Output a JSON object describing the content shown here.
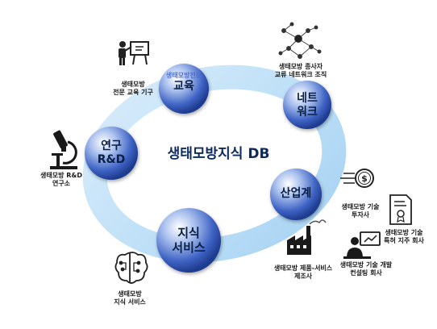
{
  "center": {
    "title": "생태모방지식 DB"
  },
  "nodes": {
    "education": {
      "small": "생태모방전문",
      "big": "교육",
      "color": "#4f6fcf"
    },
    "network": {
      "lines": [
        "네트",
        "워크"
      ]
    },
    "industry": {
      "lines": [
        "산업계"
      ]
    },
    "service": {
      "lines": [
        "지식",
        "서비스"
      ]
    },
    "research": {
      "lines": [
        "연구",
        "R&D"
      ]
    }
  },
  "labels": {
    "edu_org": [
      "생태모방",
      "전문 교육 기구"
    ],
    "network_org": [
      "생태모방 종사자",
      "교류 네트워크 조직"
    ],
    "research_org": [
      "생태모방 R&D",
      "연구소"
    ],
    "investor": [
      "생태모방 기술",
      "투자사"
    ],
    "patent": [
      "생태모방 기술",
      "특허 지주 회사"
    ],
    "manufacturer": [
      "생태모방 제품-서비스",
      "제조사"
    ],
    "consulting": [
      "생태모방 기술 개발",
      "컨설팅 회사"
    ],
    "knowledge_service": [
      "생태모방",
      "지식 서비스"
    ]
  },
  "icons": {
    "edu_org": "teacher-board-icon",
    "network_org": "network-nodes-icon",
    "research_org": "microscope-icon",
    "investor": "dollar-coin-icon",
    "patent": "certificate-icon",
    "manufacturer": "factory-icon",
    "consulting": "consultant-icon",
    "knowledge_service": "brain-circuit-icon"
  }
}
